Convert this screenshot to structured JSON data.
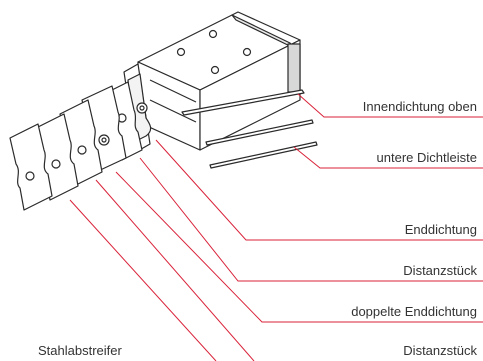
{
  "diagram": {
    "labels": {
      "innendichtung_oben": "Innendichtung oben",
      "untere_dichtleiste": "untere Dichtleiste",
      "enddichtung": "Enddichtung",
      "distanzstueck_1": "Distanzstück",
      "doppelte_enddichtung": "doppelte Enddichtung",
      "stahlabstreifer": "Stahlabstreifer",
      "distanzstueck_2": "Distanzstück"
    },
    "colors": {
      "leader": "#d9233a",
      "part_stroke": "#2b2b2b",
      "part_fill": "#ffffff",
      "text": "#333333"
    }
  }
}
